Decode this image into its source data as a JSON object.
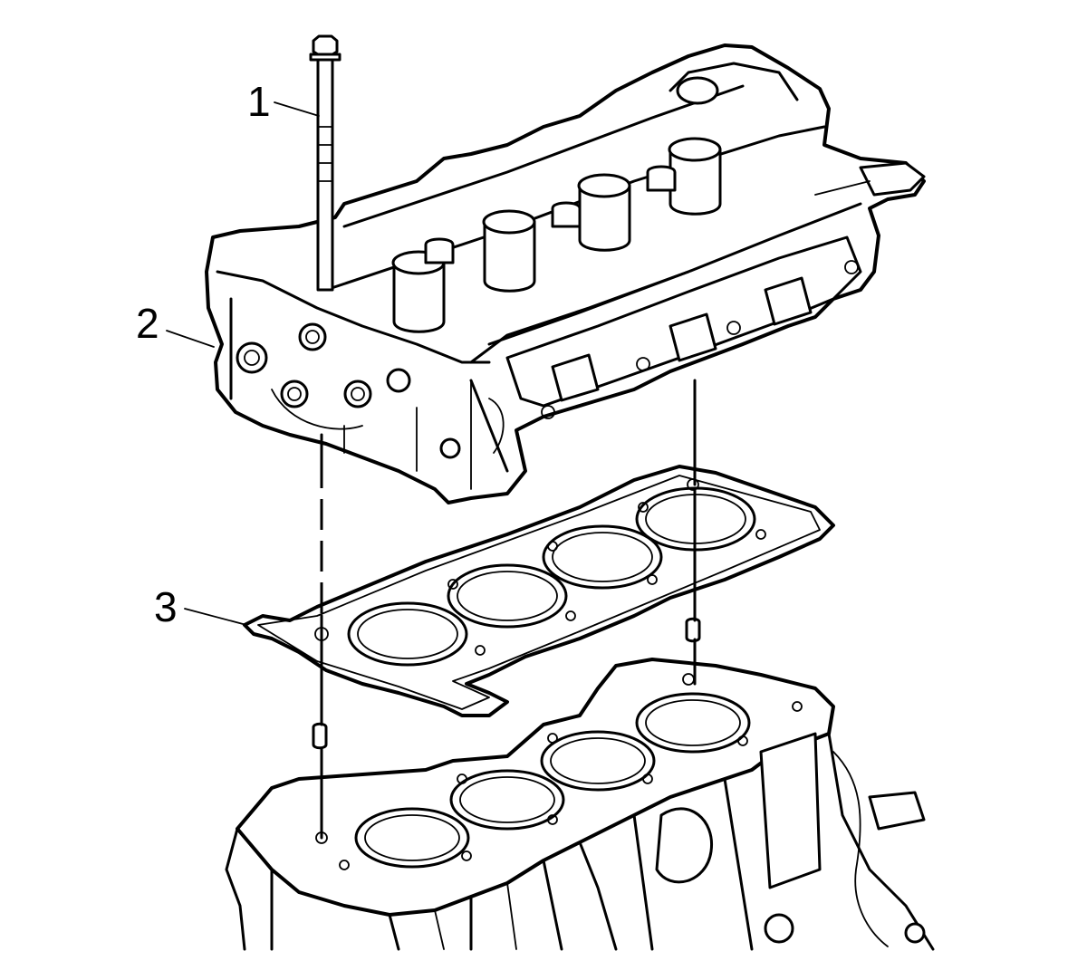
{
  "callouts": [
    {
      "id": "bolt",
      "text": "1"
    },
    {
      "id": "cylinder-head",
      "text": "2"
    },
    {
      "id": "head-gasket",
      "text": "3"
    }
  ],
  "colors": {
    "line": "#000000",
    "background": "#ffffff"
  }
}
